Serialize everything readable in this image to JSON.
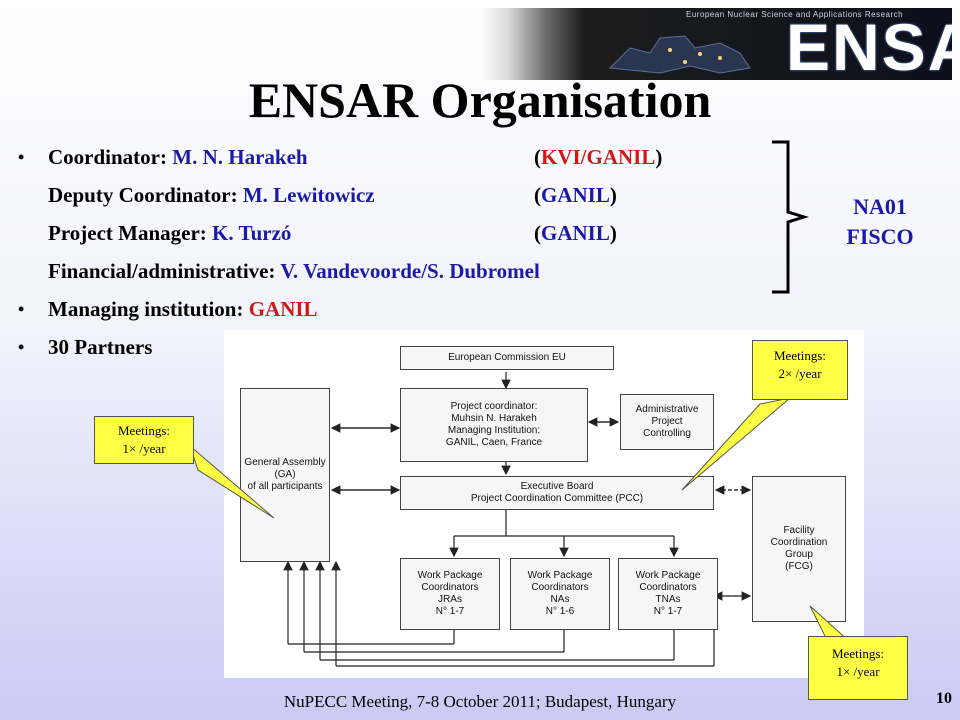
{
  "logo": {
    "subtitle": "European Nuclear Science and Applications Research",
    "wordmark": "ENSAR"
  },
  "title": "ENSAR Organisation",
  "roles": [
    {
      "label": "Coordinator: ",
      "name": "M. N. Harakeh",
      "affiliation_open": "(",
      "affiliation": "KVI/GANIL",
      "affiliation_close": ")"
    },
    {
      "label": "Deputy Coordinator: ",
      "name": "M. Lewitowicz",
      "affiliation_open": "(",
      "affiliation": "GANIL",
      "affiliation_close": ")"
    },
    {
      "label": "Project Manager: ",
      "name": "K. Turzó",
      "affiliation_open": "(",
      "affiliation": "GANIL",
      "affiliation_close": ")"
    },
    {
      "label": "Financial/administrative: ",
      "name": "V. Vandevoorde/S. Dubromel"
    }
  ],
  "managing": {
    "label": "Managing institution: ",
    "value": "GANIL"
  },
  "partners": "30 Partners",
  "bracket_label": {
    "line1": "NA01",
    "line2": "FISCO"
  },
  "diagram": {
    "ec": "European Commission EU",
    "coordinator": "Project coordinator:\nMuhsin N. Harakeh\nManaging Institution:\nGANIL, Caen, France",
    "admin": "Administrative\nProject\nControlling",
    "ga": "General Assembly\n(GA)\nof all participants",
    "board": "Executive Board\nProject Coordination Committee (PCC)",
    "fcg": "Facility\nCoordination\nGroup\n(FCG)",
    "wp_jra": "Work Package\nCoordinators\nJRAs\nN° 1-7",
    "wp_na": "Work Package\nCoordinators\nNAs\nN° 1-6",
    "wp_tna": "Work Package\nCoordinators\nTNAs\nN° 1-7"
  },
  "callouts": {
    "ga_meetings": "Meetings:\n1× /year",
    "board_meetings": "Meetings:\n2× /year",
    "fcg_meetings": "Meetings:\n1× /year"
  },
  "footer": "NuPECC Meeting, 7-8 October 2011; Budapest, Hungary",
  "page_number": "10",
  "colors": {
    "highlight_blue": "#1a1aa6",
    "highlight_red": "#d01818",
    "callout_yellow": "#ffff44"
  }
}
